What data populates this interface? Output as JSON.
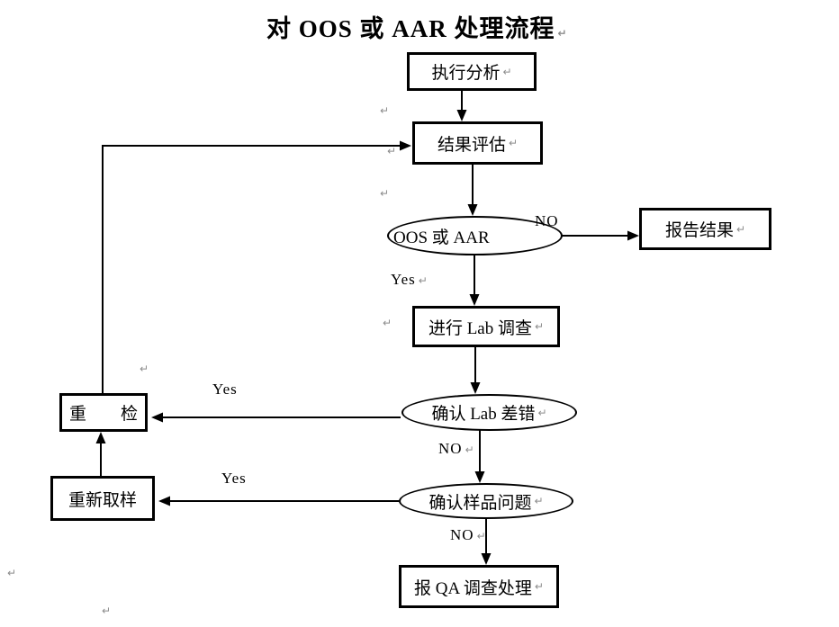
{
  "page": {
    "title": "对 OOS 或 AAR 处理流程",
    "pilcrow": "↵"
  },
  "nodes": {
    "exec_analysis": "执行分析",
    "result_eval": "结果评估",
    "oos_aar": "OOS 或 AAR",
    "report_results": "报告结果",
    "lab_investigation": "进行 Lab 调查",
    "confirm_lab_error": "确认 Lab 差错",
    "recheck": "重　　检",
    "resample": "重新取样",
    "confirm_sample_problem": "确认样品问题",
    "report_qa": "报 QA 调查处理"
  },
  "labels": {
    "oos_no": "NO",
    "oos_yes": "Yes",
    "lab_yes": "Yes",
    "lab_no": "NO",
    "sample_yes": "Yes",
    "sample_no": "NO"
  }
}
